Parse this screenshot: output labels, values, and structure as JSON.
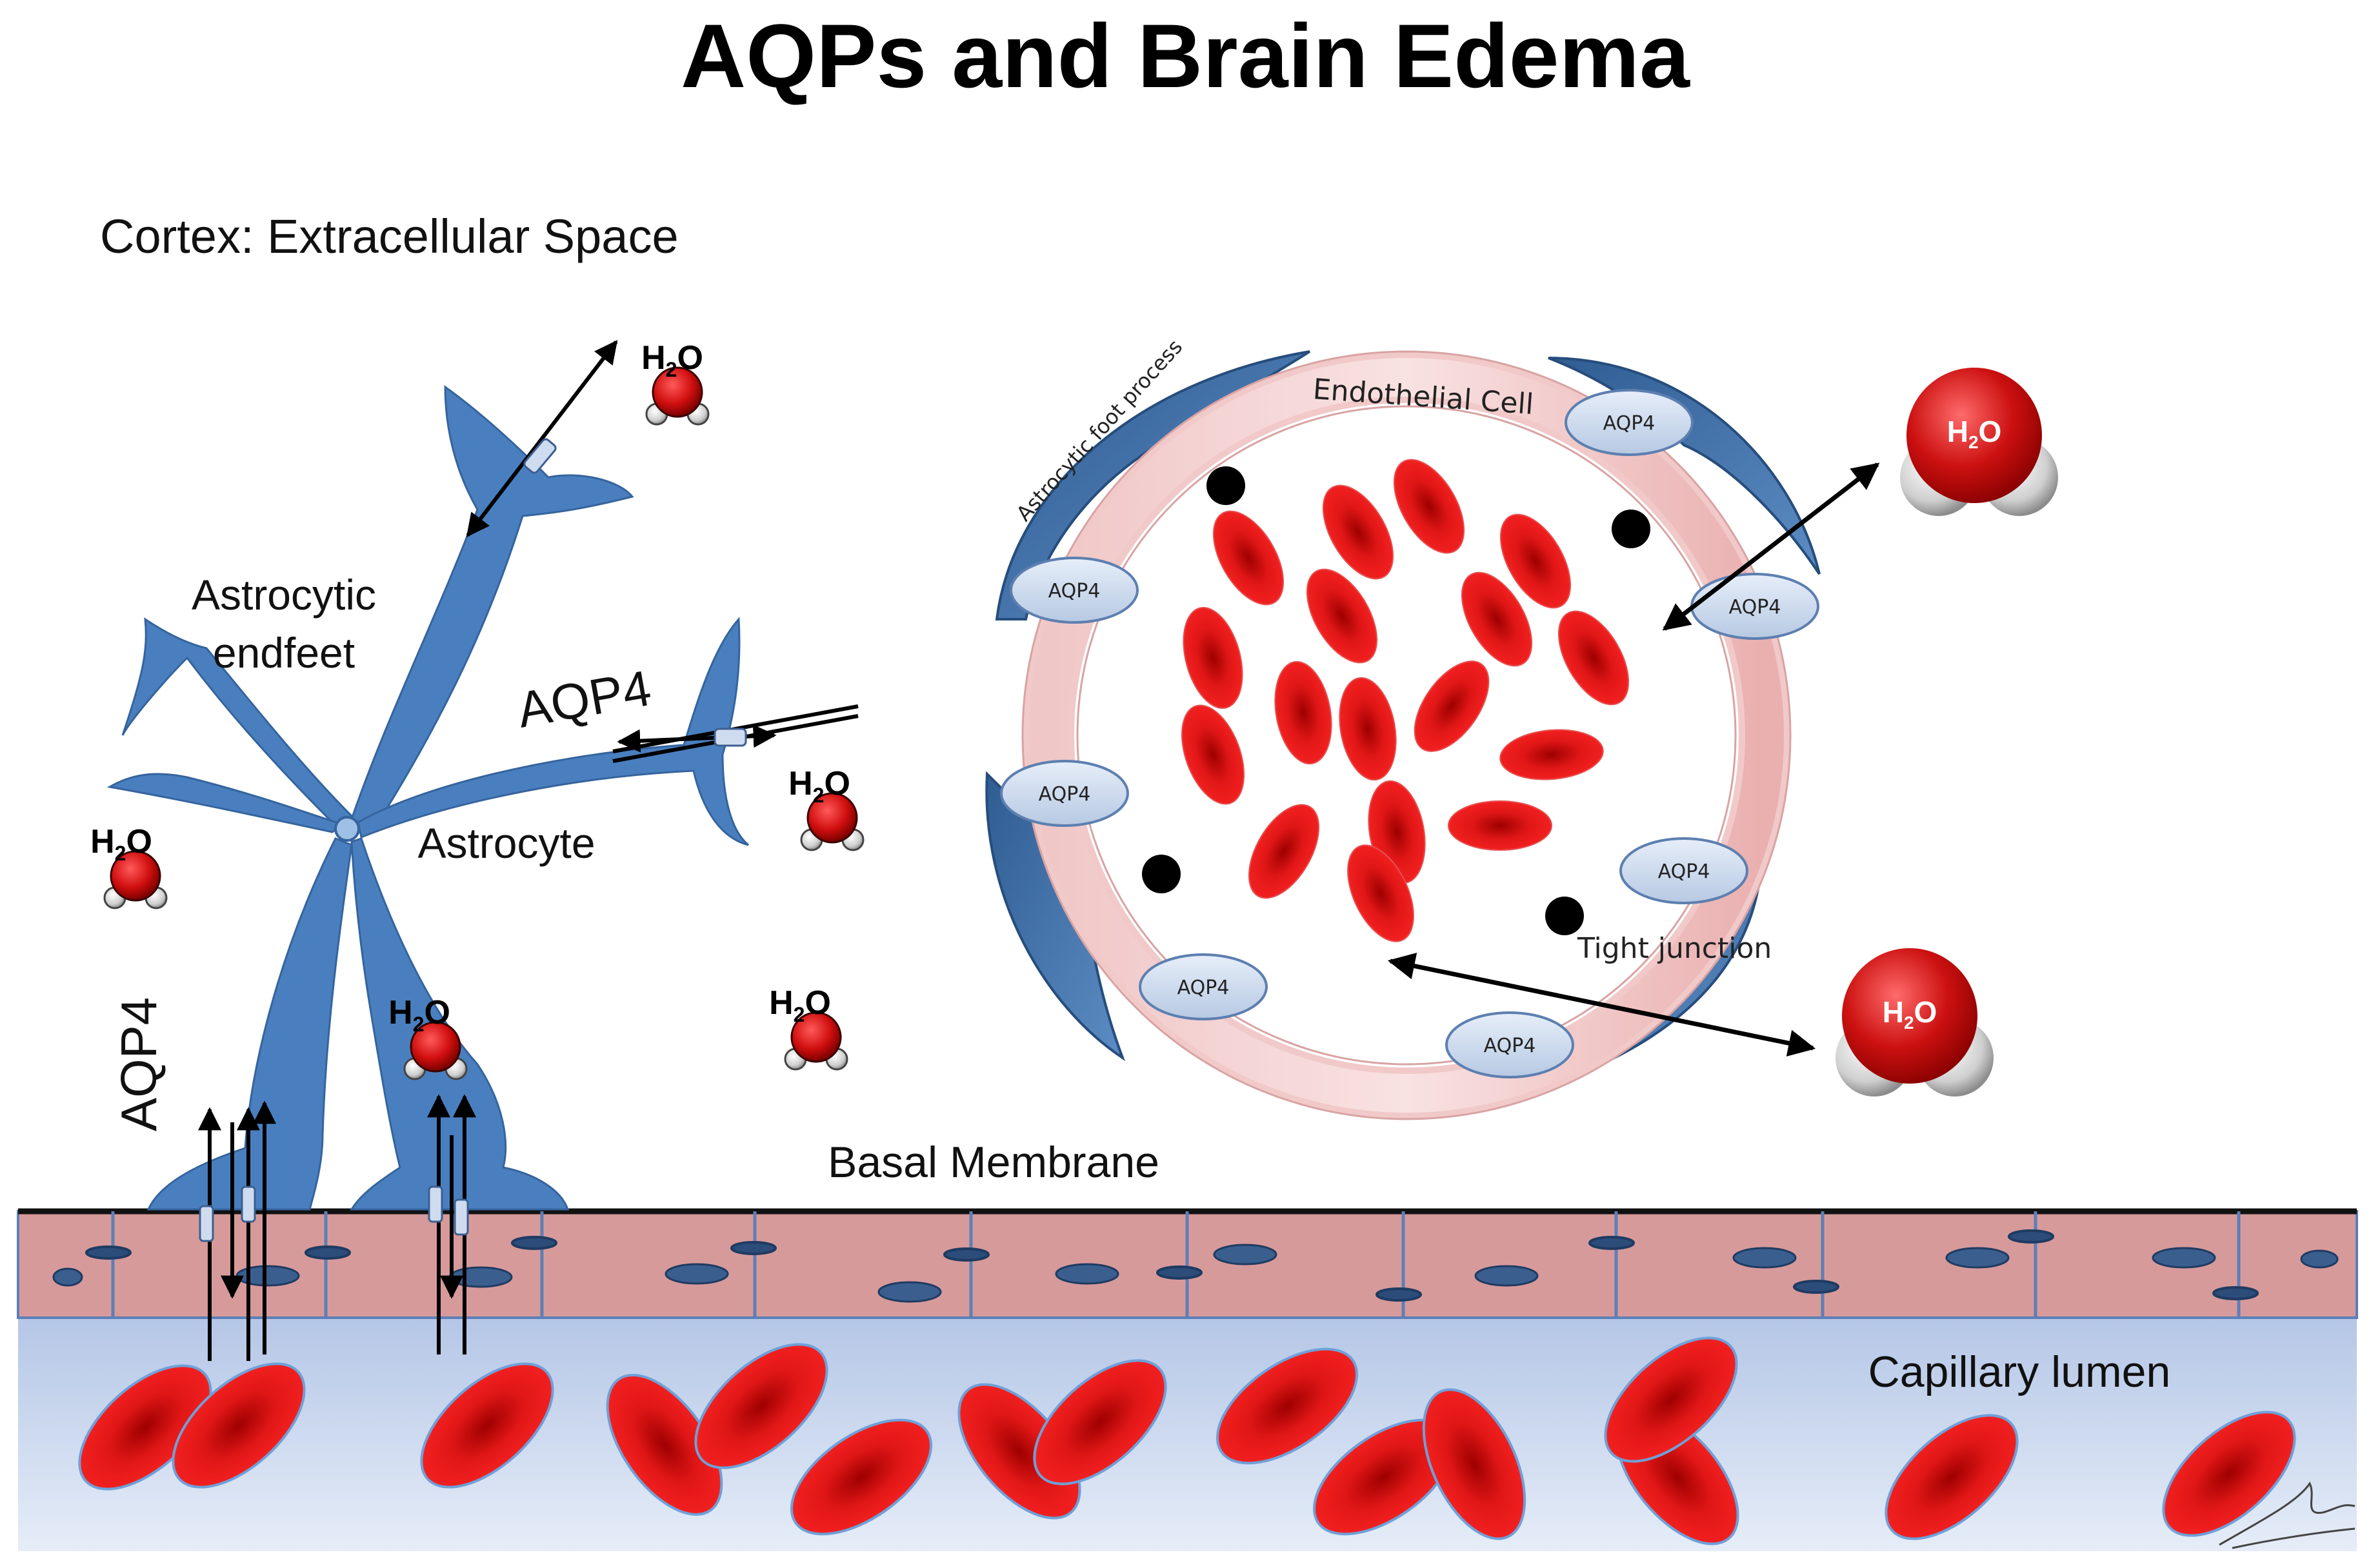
{
  "title": "AQPs and Brain Edema",
  "labels": {
    "cortex": "Cortex: Extracellular Space",
    "astrocytic_endfeet_line1": "Astrocytic",
    "astrocytic_endfeet_line2": "endfeet",
    "astrocyte": "Astrocyte",
    "aqp4_horizontal": "AQP4",
    "aqp4_vertical": "AQP4",
    "basal_membrane": "Basal Membrane",
    "capillary_lumen": "Capillary lumen",
    "endothelial_cell": "Endothelial Cell",
    "astrocytic_foot_process": "Astrocytic foot process",
    "tight_junction": "Tight junction"
  },
  "water": {
    "h": "H",
    "sub": "2",
    "o": "O"
  },
  "aqp4_ovals": [
    "AQP4",
    "AQP4",
    "AQP4",
    "AQP4",
    "AQP4",
    "AQP4",
    "AQP4"
  ],
  "colors": {
    "astrocyte_blue": "#4a7fbf",
    "endothelium_pink": "#d99a9a",
    "capillary_blue": "#c7d6ee",
    "rbc_red": "#e21818",
    "membrane_line": "#1a1a1a",
    "foot_process_blue": "#3b6aa0"
  }
}
